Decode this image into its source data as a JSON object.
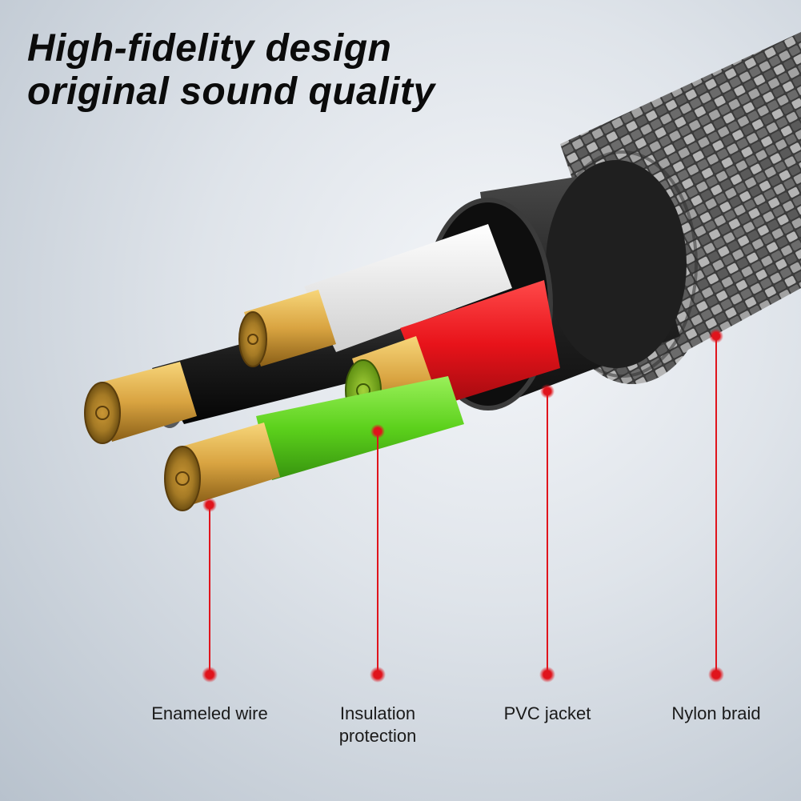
{
  "headline": {
    "line1": "High-fidelity design",
    "line2": "original sound quality"
  },
  "callouts": [
    {
      "label": [
        "Enameled wire"
      ]
    },
    {
      "label": [
        "Insulation",
        "protection"
      ]
    },
    {
      "label": [
        "PVC jacket"
      ]
    },
    {
      "label": [
        "Nylon braid"
      ]
    }
  ],
  "colors": {
    "accent_red": "#e0141c",
    "wire_copper": "#d9a441",
    "insulation_red": "#e8131a",
    "insulation_green": "#5cd11c",
    "insulation_white": "#f4f4f4",
    "insulation_black": "#1c1c1c",
    "jacket": "#2a2a2a",
    "braid": "#8c8c8c"
  }
}
